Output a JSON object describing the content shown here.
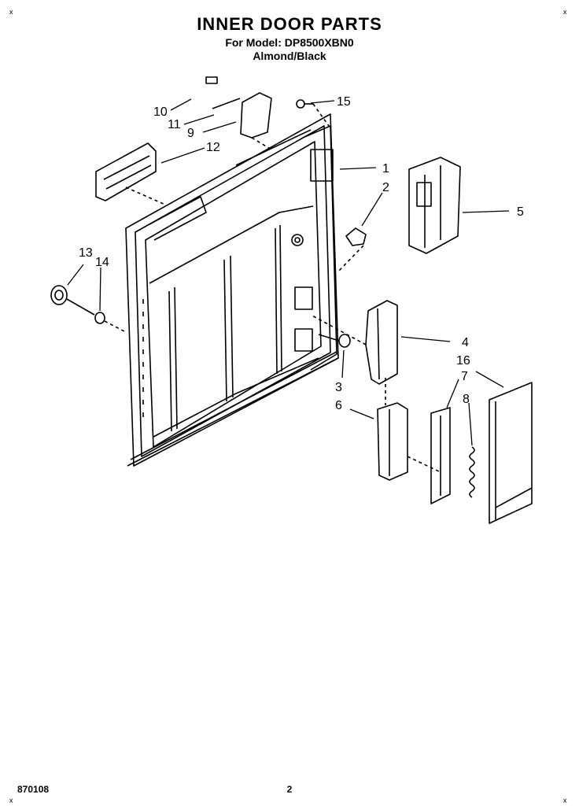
{
  "title": "INNER DOOR PARTS",
  "model_line": "For Model: DP8500XBN0",
  "color_line": "Almond/Black",
  "footer_code": "870108",
  "page_number": "2",
  "corner_marks": [
    "x",
    "x",
    "x",
    "x"
  ],
  "callouts": [
    "1",
    "2",
    "3",
    "4",
    "5",
    "6",
    "7",
    "8",
    "9",
    "10",
    "11",
    "12",
    "13",
    "14",
    "15",
    "16"
  ]
}
